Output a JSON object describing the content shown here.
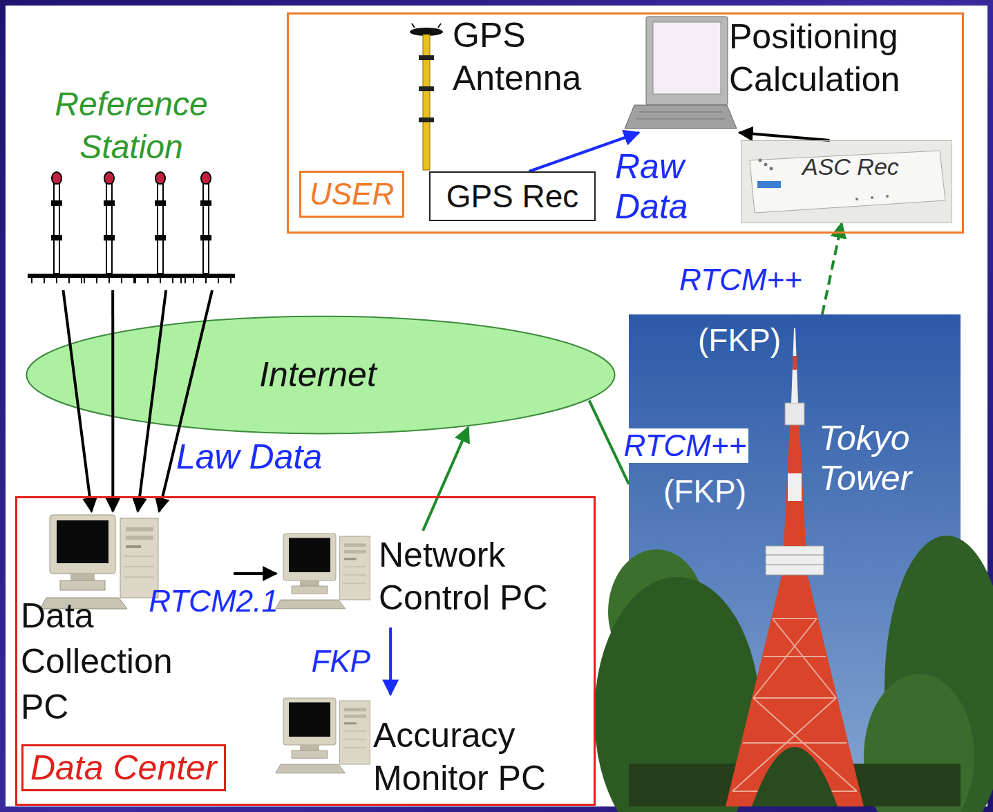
{
  "diagram": {
    "nodes": [
      {
        "text": [
          "USER"
        ]
      },
      {
        "text": [
          "GPS Rec"
        ],
        "in": 0
      },
      {
        "text": [
          "Positioning Calculation"
        ],
        "in": 0
      },
      {
        "text": [
          "ASC Rec"
        ],
        "in": 0
      },
      {
        "text": [
          "Reference Station"
        ]
      },
      {
        "text": [
          "Internet"
        ]
      },
      {
        "text": [
          "Data Center"
        ]
      },
      {
        "text": [
          "Data Collection PC"
        ],
        "in": 6
      },
      {
        "text": [
          "Network Control PC"
        ],
        "in": 6
      },
      {
        "text": [
          "Accuracy Monitor PC"
        ],
        "in": 6
      },
      {
        "text": [
          "Tokyo Tower"
        ]
      }
    ],
    "edges": [
      {
        "from": 4,
        "to": 7,
        "arrow": "to"
      },
      {
        "from": 4,
        "to": 7,
        "arrow": "to"
      },
      {
        "from": 4,
        "to": 7,
        "arrow": "to"
      },
      {
        "from": 4,
        "to": 7,
        "arrow": "to"
      },
      {
        "from": 7,
        "to": 8,
        "label": "RTCM2.1",
        "arrow": "to"
      },
      {
        "from": 8,
        "to": 9,
        "label": "FKP",
        "arrow": "to"
      },
      {
        "from": 8,
        "to": 5,
        "arrow": "to"
      },
      {
        "from": 5,
        "to": 10,
        "label": "RTCM++",
        "arrow": "none"
      },
      {
        "from": 10,
        "to": 3,
        "label": "RTCM++",
        "arrow": "to"
      },
      {
        "from": 1,
        "to": 2,
        "label": "Raw Data",
        "arrow": "to"
      },
      {
        "from": 3,
        "to": 2,
        "arrow": "to"
      }
    ],
    "labels": [
      "GPS Antenna",
      "Law Data",
      "(FKP)",
      "(FKP)"
    ]
  }
}
